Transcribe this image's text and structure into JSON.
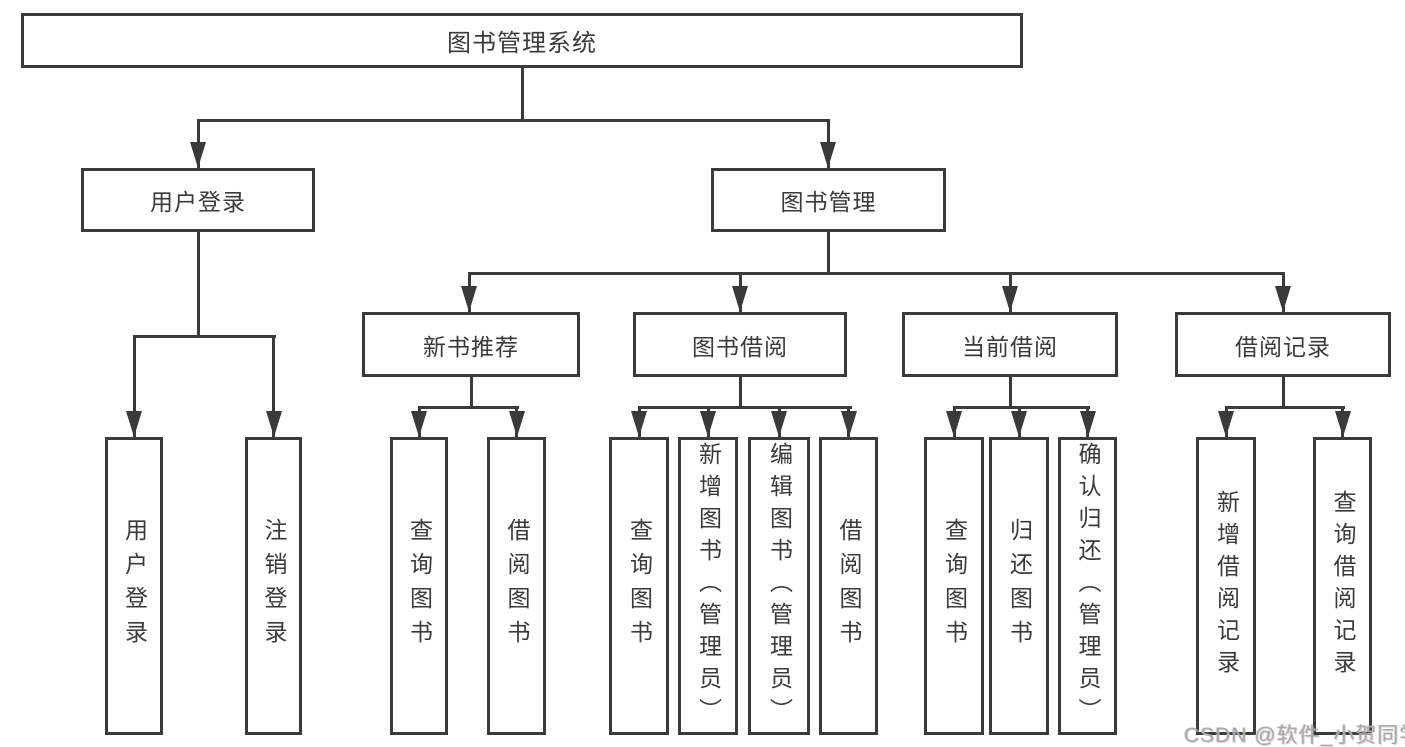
{
  "tree": {
    "root": "图书管理系统",
    "l2": [
      "用户登录",
      "图书管理"
    ],
    "l3": [
      "新书推荐",
      "图书借阅",
      "当前借阅",
      "借阅记录"
    ],
    "leaves_login": [
      "用户登录",
      "注销登录"
    ],
    "leaves_recommend": [
      "查询图书",
      "借阅图书"
    ],
    "leaves_borrow": [
      "查询图书",
      "新增图书（管理员）",
      "编辑图书（管理员）",
      "借阅图书"
    ],
    "leaves_current": [
      "查询图书",
      "归还图书",
      "确认归还（管理员）"
    ],
    "leaves_record": [
      "新增借阅记录",
      "查询借阅记录"
    ]
  },
  "watermark": {
    "text": "CSDN @软件_小贺同学"
  },
  "colors": {
    "line": "#3a3a3a",
    "text": "#3a3a3a",
    "box-bg": "#ffffff",
    "bg": "#ffffff",
    "watermark": "#a9a9a9"
  }
}
